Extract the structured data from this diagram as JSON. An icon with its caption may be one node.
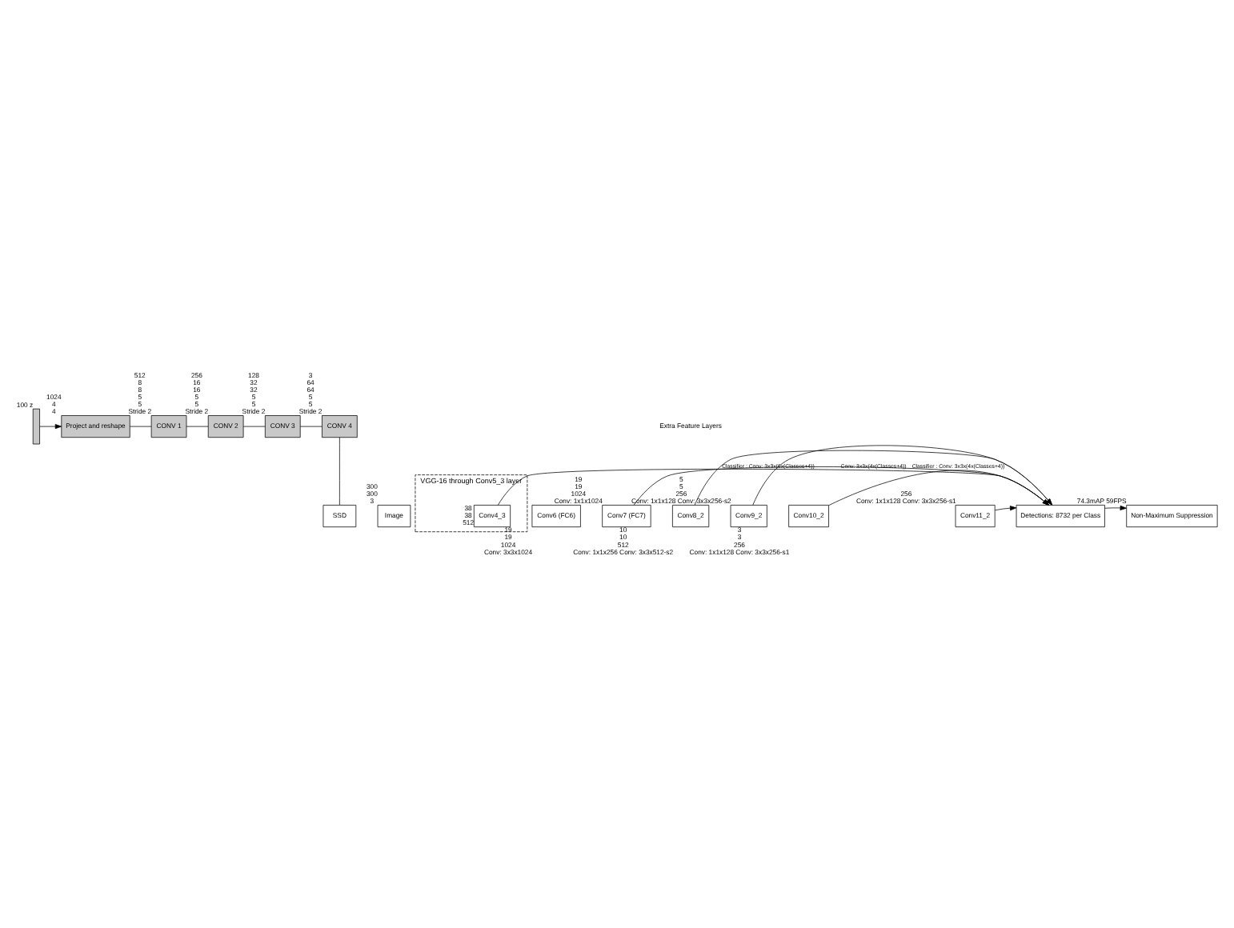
{
  "diagram": {
    "nodes": [
      {
        "text": [],
        "shape": "bar",
        "beside": [
          "100 z"
        ]
      },
      {
        "text": [
          "Project and reshape"
        ],
        "beside": [
          "1024",
          "4",
          "4"
        ]
      },
      {
        "text": [
          "CONV 1"
        ],
        "beside": [
          "512",
          "8",
          "8",
          "5",
          "5",
          "Stride 2"
        ]
      },
      {
        "text": [
          "CONV 2"
        ],
        "beside": [
          "256",
          "16",
          "16",
          "5",
          "5",
          "Stride 2"
        ]
      },
      {
        "text": [
          "CONV 3"
        ],
        "beside": [
          "128",
          "32",
          "32",
          "5",
          "5",
          "Stride 2"
        ]
      },
      {
        "text": [
          "CONV 4"
        ],
        "beside": [
          "3",
          "64",
          "64",
          "5",
          "5",
          "Stride 2"
        ]
      },
      {
        "text": [
          "SSD"
        ]
      },
      {
        "text": [
          "Image"
        ],
        "beside": [
          "300",
          "300",
          "3"
        ]
      },
      {
        "text": [
          "VGG-16 through Conv5_3 layer"
        ]
      },
      {
        "text": [
          "Conv4_3"
        ],
        "in": 8,
        "beside": [
          "38",
          "38",
          "512"
        ]
      },
      {
        "text": [
          "Conv6 (FC6)"
        ],
        "beside": [
          "19",
          "19",
          "1024",
          "Conv: 3x3x1024"
        ]
      },
      {
        "text": [
          "Conv7 (FC7)"
        ],
        "beside": [
          "19",
          "19",
          "1024",
          "Conv: 1x1x1024"
        ]
      },
      {
        "text": [
          "Conv8_2"
        ],
        "beside": [
          "10",
          "10",
          "512",
          "Conv: 1x1x256 Conv: 3x3x512-s2"
        ]
      },
      {
        "text": [
          "Conv9_2"
        ],
        "beside": [
          "5",
          "5",
          "256",
          "Conv: 1x1x128 Conv: 3x3x256-s2"
        ]
      },
      {
        "text": [
          "Conv10_2"
        ],
        "beside": [
          "3",
          "3",
          "256",
          "Conv: 1x1x128 Conv: 3x3x256-s1"
        ]
      },
      {
        "text": [
          "Conv11_2"
        ],
        "beside": [
          "256",
          "Conv: 1x1x128 Conv: 3x3x256-s1"
        ]
      },
      {
        "text": [
          "Detections: 8732 per Class"
        ]
      },
      {
        "text": [
          "Non-Maximum Suppression"
        ],
        "beside": [
          "74.3mAP 59FPS"
        ]
      }
    ],
    "edges": [
      {
        "from": 0,
        "to": 1,
        "arrow": "to"
      },
      {
        "from": 1,
        "to": 2,
        "arrow": "none"
      },
      {
        "from": 2,
        "to": 3,
        "arrow": "none"
      },
      {
        "from": 3,
        "to": 4,
        "arrow": "none"
      },
      {
        "from": 4,
        "to": 5,
        "arrow": "none"
      },
      {
        "from": 5,
        "to": 6,
        "arrow": "none"
      },
      {
        "from": 9,
        "to": 16,
        "arrow": "to",
        "label": "Classifier : Conv: 3x3x(4x(Classes+4))"
      },
      {
        "from": 11,
        "to": 16,
        "arrow": "to",
        "label": "Classifier : Conv: 3x3x(6x(Classes+4))"
      },
      {
        "from": 12,
        "to": 16,
        "arrow": "to"
      },
      {
        "from": 13,
        "to": 16,
        "arrow": "to"
      },
      {
        "from": 14,
        "to": 16,
        "arrow": "to",
        "label": "Conv: 3x3x(4x(Classes+4))"
      },
      {
        "from": 15,
        "to": 16,
        "arrow": "to"
      },
      {
        "from": 16,
        "to": 17,
        "arrow": "to"
      }
    ],
    "labels": [
      "Extra Feature Layers"
    ]
  }
}
